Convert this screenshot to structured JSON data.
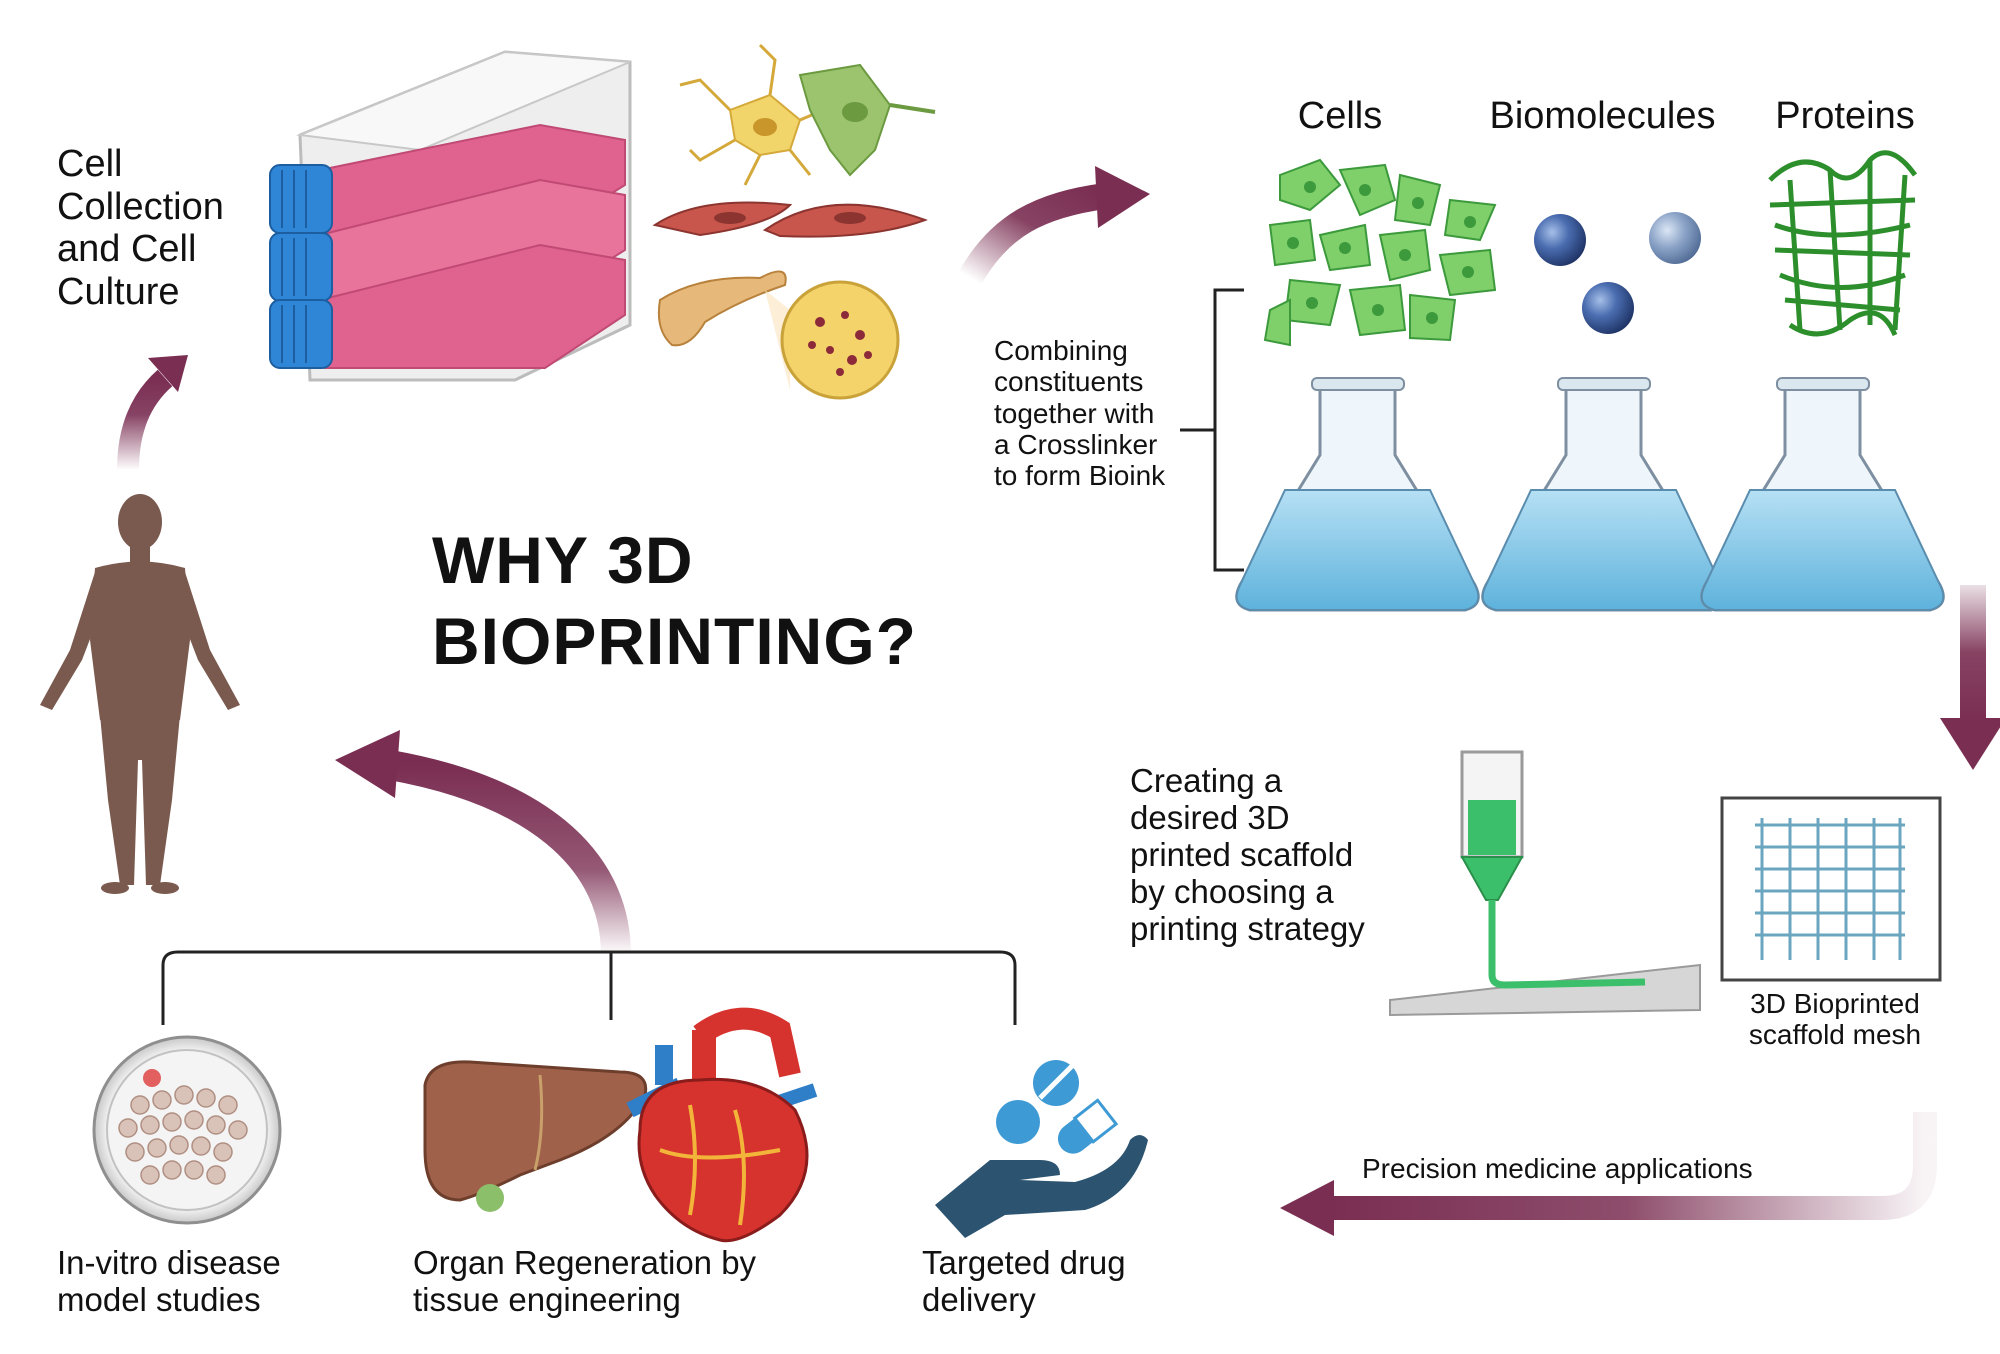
{
  "title": "WHY 3D\nBIOPRINTING?",
  "steps": {
    "cell_collection": "Cell\nCollection\nand Cell\nCulture",
    "combining": "Combining\nconstituents\ntogether with\na Crosslinker\nto form Bioink",
    "creating_scaffold": "Creating a\ndesired 3D\nprinted scaffold\nby choosing a\nprinting strategy",
    "scaffold_mesh": "3D Bioprinted\nscaffold mesh",
    "precision": "Precision medicine applications"
  },
  "constituents": [
    "Cells",
    "Biomolecules",
    "Proteins"
  ],
  "applications": [
    "In-vitro disease\nmodel studies",
    "Organ Regeneration by\n tissue engineering",
    "Targeted drug\n delivery"
  ],
  "colors": {
    "arrow": "#7a2e52",
    "flask_liquid": "#7cc4e6",
    "cell_green": "#5cb85c",
    "protein_green": "#3aa83a",
    "biomolecule_blue": "#3d5f9e",
    "culture_pink": "#e0628e",
    "cap_blue": "#2f86d6",
    "print_green": "#3cbf6a",
    "mesh_blue": "#5aa0b8",
    "hand_navy": "#2c5470",
    "pill_blue": "#3d9ad4",
    "human_brown": "#7a5a4e",
    "liver_brown": "#a0614a",
    "heart_red": "#d6322e"
  },
  "icons": [
    "human-body-icon",
    "culture-flask-icon",
    "nerve-cell-icon",
    "muscle-cell-icon",
    "pancreas-icon",
    "cell-cluster-icon",
    "biomolecule-sphere-icon",
    "protein-structure-icon",
    "erlenmeyer-flask-icon",
    "printer-nozzle-icon",
    "scaffold-mesh-icon",
    "petri-dish-icon",
    "liver-icon",
    "heart-icon",
    "hand-pill-icon"
  ]
}
